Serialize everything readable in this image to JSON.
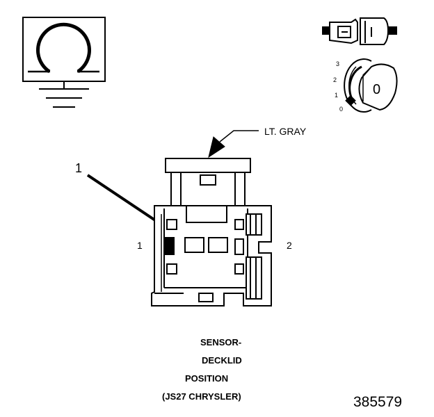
{
  "symbols": {
    "ohm_glyph": "Ω",
    "key_positions": [
      "3",
      "2",
      "1",
      "0"
    ],
    "key_letter": "0"
  },
  "callouts": {
    "wire_color": "LT. GRAY",
    "pointer_number": "1",
    "pin_left": "1",
    "pin_right": "2"
  },
  "caption": {
    "line1": "SENSOR-",
    "line2": "DECKLID",
    "line3": "POSITION",
    "line4": "(JS27 CHRYSLER)"
  },
  "figure_number": "385579"
}
